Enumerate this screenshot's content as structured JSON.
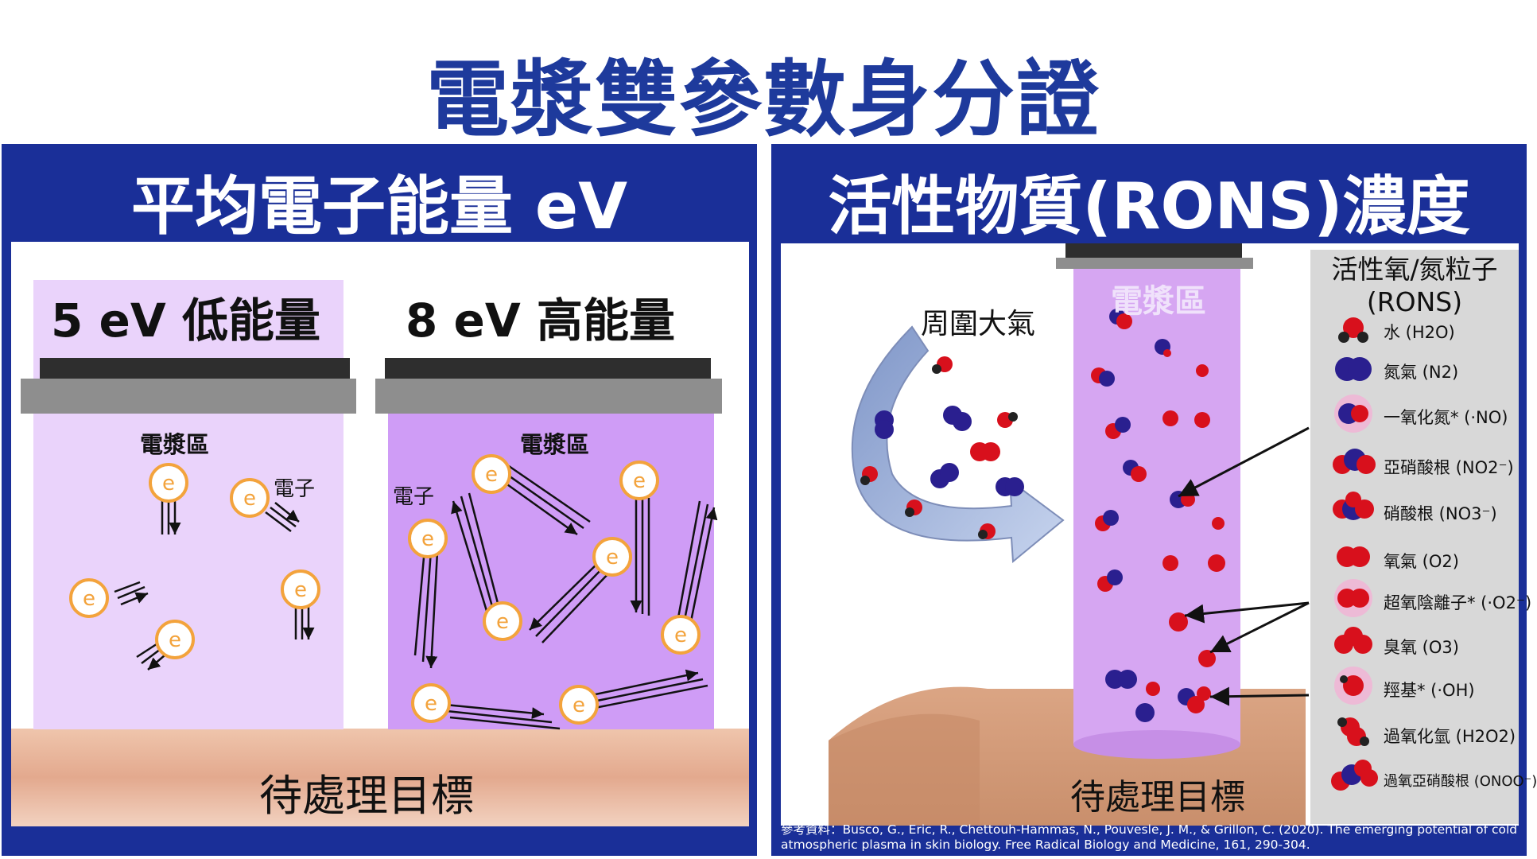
{
  "page": {
    "title": "電漿雙參數身分證"
  },
  "left_panel": {
    "heading": "平均電子能量 eV",
    "low_label": "5 eV 低能量",
    "high_label": "8 eV 高能量",
    "plasma_label_low": "電漿區",
    "plasma_label_high": "電漿區",
    "electron_label_low": "電子",
    "electron_label_high": "電子",
    "electron_symbol": "e",
    "target_label": "待處理目標",
    "colors": {
      "low_plasma": "#ead3fb",
      "high_plasma": "#cf9cf6",
      "electron_ring": "#f3a33c"
    }
  },
  "right_panel": {
    "heading": "活性物質(RONS)濃度",
    "plasma_label": "電漿區",
    "air_label": "周圍大氣",
    "target_label": "待處理目標",
    "legend": {
      "title": "活性氧/氮粒子 (RONS)",
      "items": [
        {
          "label": "水 (H2O)",
          "icon": "water-molecule-icon"
        },
        {
          "label": "氮氣 (N2)",
          "icon": "nitrogen-molecule-icon"
        },
        {
          "label": "一氧化氮* (·NO)",
          "icon": "nitric-oxide-icon"
        },
        {
          "label": "亞硝酸根 (NO2⁻)",
          "icon": "nitrite-icon"
        },
        {
          "label": "硝酸根 (NO3⁻)",
          "icon": "nitrate-icon"
        },
        {
          "label": "氧氣 (O2)",
          "icon": "oxygen-molecule-icon"
        },
        {
          "label": "超氧陰離子* (·O2⁻)",
          "icon": "superoxide-icon"
        },
        {
          "label": "臭氧 (O3)",
          "icon": "ozone-icon"
        },
        {
          "label": "羥基* (·OH)",
          "icon": "hydroxyl-icon"
        },
        {
          "label": "過氧化氫 (H2O2)",
          "icon": "hydrogen-peroxide-icon"
        },
        {
          "label": "過氧亞硝酸根 (ONOO⁻)",
          "icon": "peroxynitrite-icon"
        }
      ]
    },
    "colors": {
      "oxygen": "#d8101c",
      "nitrogen": "#2a1f8f",
      "plasma": "#d6a6f2",
      "legend_bg": "#d8d8d8"
    }
  },
  "reference": "參考資料：Busco, G., Eric, R., Chettouh-Hammas, N., Pouvesle, J. M., & Grillon, C. (2020). The emerging potential of cold atmospheric plasma in skin biology. Free Radical Biology and Medicine, 161, 290-304."
}
